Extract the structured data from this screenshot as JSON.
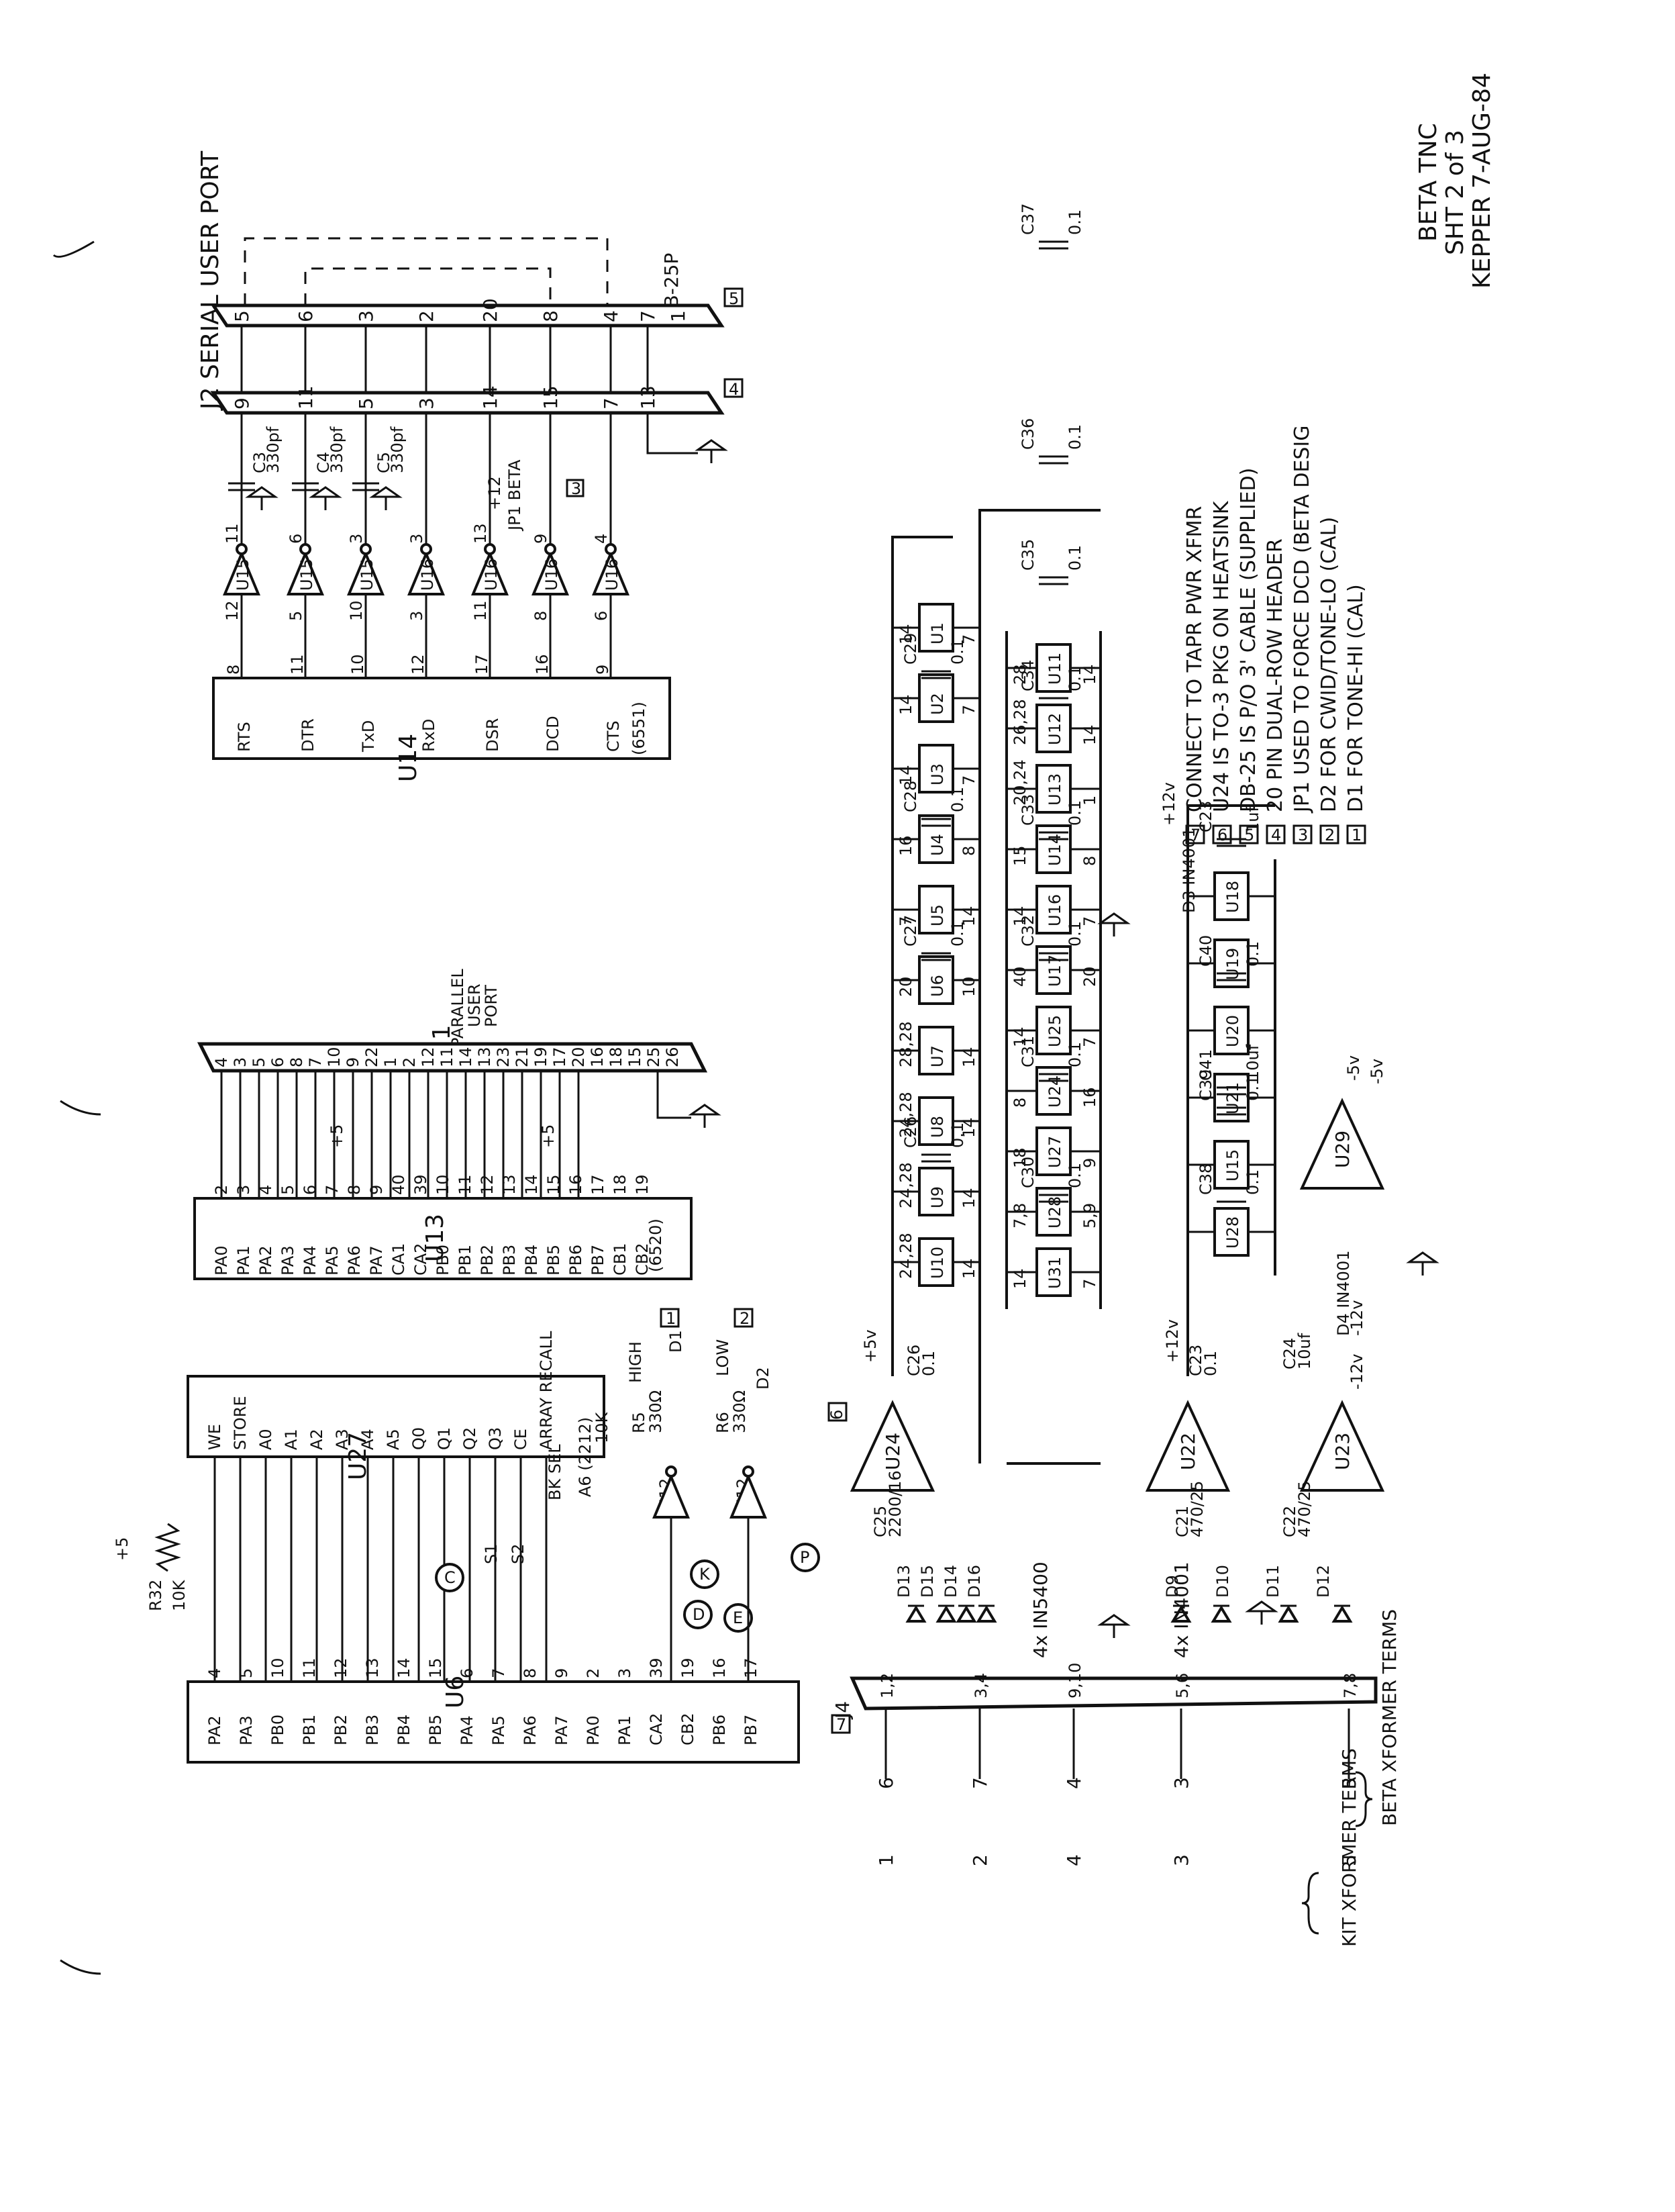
{
  "title_block": {
    "line1": "BETA TNC",
    "line2": "SHT 2 of 3",
    "line3": "KEPPER 7-AUG-84"
  },
  "notes": [
    {
      "num": "7",
      "text": "CONNECT TO TAPR PWR XFMR"
    },
    {
      "num": "6",
      "text": "U24 IS TO-3 PKG ON HEATSINK"
    },
    {
      "num": "5",
      "text": "DB-25 IS P/O 3' CABLE (SUPPLIED)"
    },
    {
      "num": "4",
      "text": "20 PIN DUAL-ROW HEADER"
    },
    {
      "num": "3",
      "text": "JP1 USED TO FORCE DCD (BETA DESIG"
    },
    {
      "num": "2",
      "text": "D2 FOR CWID/TONE-LO (CAL)"
    },
    {
      "num": "1",
      "text": "D1 FOR TONE-HI (CAL)"
    }
  ],
  "j2": {
    "title": "J2 SERIAL USER PORT",
    "connector": "DB-25P",
    "marker_a": "4",
    "marker_b": "5",
    "pins_header": [
      "9",
      "11",
      "5",
      "3",
      "14",
      "15",
      "7",
      "13"
    ],
    "pins_db25": [
      "5",
      "6",
      "3",
      "2",
      "20",
      "8",
      "4",
      "7",
      "1"
    ]
  },
  "u14": {
    "name": "U14",
    "part": "(6551)",
    "signals": [
      "RTS",
      "DTR",
      "TxD",
      "RxD",
      "DSR",
      "DCD",
      "CTS"
    ],
    "pins": [
      "8",
      "11",
      "10",
      "12",
      "17",
      "16",
      "9"
    ]
  },
  "serial_caps": [
    {
      "ref": "C3",
      "val": "330pf"
    },
    {
      "ref": "C4",
      "val": "330pf"
    },
    {
      "ref": "C5",
      "val": "330pf"
    }
  ],
  "serial_gates": [
    "U15",
    "U15",
    "U15",
    "U16",
    "U16",
    "U16",
    "U16"
  ],
  "gate_pins_in": [
    "11",
    "6",
    "3",
    "3",
    "13",
    "9",
    "4"
  ],
  "gate_pins_out": [
    "12",
    "5",
    "10",
    "3",
    "11",
    "8",
    "6"
  ],
  "jp1": {
    "label": "JP1 BETA",
    "marker": "3",
    "plus": "+12"
  },
  "j1": {
    "title": "J1",
    "subtitle_lines": [
      "PARALLEL",
      "USER",
      "PORT"
    ],
    "pins": [
      "4",
      "3",
      "5",
      "6",
      "8",
      "7",
      "10",
      "9",
      "22",
      "1",
      "2",
      "12",
      "11",
      "14",
      "13",
      "23",
      "21",
      "19",
      "17",
      "20",
      "16",
      "18",
      "15",
      "25",
      "26"
    ],
    "plus5_a": "+5",
    "plus5_b": "+5"
  },
  "u13": {
    "name": "U13",
    "part": "(6520)",
    "signals": [
      "PA0",
      "PA1",
      "PA2",
      "PA3",
      "PA4",
      "PA5",
      "PA6",
      "PA7",
      "CA1",
      "CA2",
      "PB0",
      "PB1",
      "PB2",
      "PB3",
      "PB4",
      "PB5",
      "PB6",
      "PB7",
      "CB1",
      "CB2"
    ],
    "pins": [
      "2",
      "3",
      "4",
      "5",
      "6",
      "7",
      "8",
      "9",
      "40",
      "39",
      "10",
      "11",
      "12",
      "13",
      "14",
      "15",
      "16",
      "17",
      "18",
      "19"
    ]
  },
  "u27": {
    "name": "U27",
    "signals": [
      "WE",
      "STORE",
      "A0",
      "A1",
      "A2",
      "A3",
      "A4",
      "A5",
      "Q0",
      "Q1",
      "Q2",
      "Q3",
      "CE",
      "ARRAY RECALL"
    ],
    "part": "A6 (2212)",
    "bk_sel": "BK SEL"
  },
  "u6": {
    "name": "U6",
    "signals": [
      "PA2",
      "PA3",
      "PB0",
      "PB1",
      "PB2",
      "PB3",
      "PB4",
      "PB5",
      "PA4",
      "PA5",
      "PA6",
      "PA7",
      "PA0",
      "PA1",
      "CA2",
      "CB2",
      "PB6",
      "PB7"
    ],
    "pins": [
      "4",
      "5",
      "10",
      "11",
      "12",
      "13",
      "14",
      "15",
      "6",
      "7",
      "8",
      "9",
      "2",
      "3",
      "39",
      "19",
      "16",
      "17"
    ]
  },
  "misc_left": {
    "r32": "R32",
    "r32_val": "10K",
    "plus5": "+5",
    "s1": "S1",
    "s2": "S2",
    "r5": "R5",
    "r5_val": "330Ω",
    "r6": "R6",
    "r6_val": "330Ω",
    "r_bk": "10K",
    "d1": "D1",
    "d2": "D2",
    "high": "HIGH",
    "low": "LOW",
    "u12_a": "U12",
    "u12_b": "U12",
    "marker_1": "1",
    "marker_2": "2",
    "bubbles": [
      "C",
      "K",
      "D",
      "E",
      "P"
    ]
  },
  "j4": {
    "name": "J4",
    "marker": "7",
    "pins": [
      "1,2",
      "3,4",
      "9,10",
      "5,6",
      "7,8"
    ],
    "wire_nums_beta": [
      "6",
      "7",
      "4",
      "3",
      "5"
    ],
    "wire_nums_kit": [
      "1",
      "2",
      "4",
      "3",
      "5"
    ],
    "beta_label": "BETA XFORMER TERMS",
    "kit_label": "KIT XFORMER TERMS"
  },
  "power": {
    "u24": "U24",
    "u24_marker": "6",
    "u22": "U22",
    "u23": "U23",
    "u29": "U29",
    "diodes_a": "4x IN5400",
    "diodes_b": "4x IN4001",
    "diode_refs_a": [
      "D13",
      "D15",
      "D14",
      "D16"
    ],
    "diode_refs_b": [
      "D9",
      "D10",
      "D11",
      "D12"
    ],
    "caps": [
      {
        "ref": "C25",
        "val": "2200/16"
      },
      {
        "ref": "C21",
        "val": "470/25"
      },
      {
        "ref": "C22",
        "val": "470/25"
      },
      {
        "ref": "C26",
        "val": "0.1"
      },
      {
        "ref": "C23",
        "val": "0.1"
      },
      {
        "ref": "C24",
        "val": "10uf"
      }
    ],
    "rails": [
      "+5v",
      "+12v",
      "-12v",
      "-5v"
    ]
  },
  "bypass_row1": {
    "chips": [
      "U1",
      "U2",
      "U3",
      "U4",
      "U5",
      "U6",
      "U7",
      "U8",
      "U9",
      "U10"
    ],
    "caps": [
      "C26",
      "C27",
      "C28",
      "C29"
    ],
    "cap_val": "0.1",
    "top_pins": [
      "14",
      "14",
      "14",
      "16",
      "7",
      "20",
      "28,28",
      "24,28",
      "24,28",
      "24,28"
    ],
    "bot_pins": [
      "7",
      "7",
      "7",
      "8",
      "14",
      "10",
      "14",
      "14",
      "14",
      "14"
    ]
  },
  "bypass_row2": {
    "chips": [
      "U11",
      "U12",
      "U13",
      "U14",
      "U16",
      "U17",
      "U25",
      "U24",
      "U27",
      "U28",
      "U31"
    ],
    "caps": [
      "C30",
      "C31",
      "C32",
      "C33",
      "C34",
      "C35",
      "C36",
      "C37"
    ],
    "cap_val": "0.1",
    "top_pins": [
      "28",
      "26,28",
      "20,24",
      "15",
      "14",
      "40",
      "14",
      "8",
      "18",
      "7,8",
      "14"
    ],
    "bot_pins": [
      "14",
      "14",
      "1",
      "8",
      "7",
      "20",
      "7",
      "16",
      "9",
      "5,9",
      "7"
    ]
  },
  "bypass_row3": {
    "chips": [
      "U18",
      "U19",
      "U20",
      "U21",
      "U15",
      "U28"
    ],
    "caps": [
      "C38",
      "C39",
      "C40",
      "C41",
      "C23"
    ],
    "cap_vals": [
      "0.1",
      "0.1",
      "0.1",
      "10uf",
      "1uf"
    ],
    "d3": "D3 IN4001",
    "d4": "D4 IN4001",
    "plus12": "+12v",
    "minus12": "-12v",
    "minus5": "-5v"
  }
}
